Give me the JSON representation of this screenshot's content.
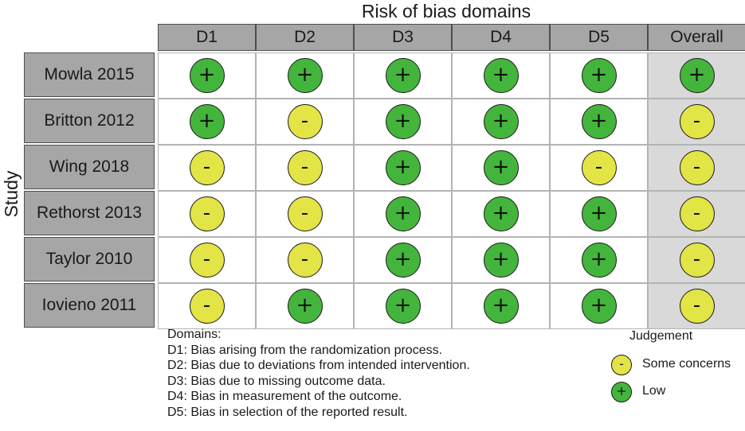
{
  "chart_data": {
    "type": "table",
    "title": "Risk of bias domains",
    "ylabel": "Study",
    "columns": [
      "D1",
      "D2",
      "D3",
      "D4",
      "D5",
      "Overall"
    ],
    "rows": [
      {
        "study": "Mowla 2015",
        "judgements": [
          "low",
          "low",
          "low",
          "low",
          "low",
          "low"
        ]
      },
      {
        "study": "Britton 2012",
        "judgements": [
          "low",
          "some",
          "low",
          "low",
          "low",
          "some"
        ]
      },
      {
        "study": "Wing 2018",
        "judgements": [
          "some",
          "some",
          "low",
          "low",
          "some",
          "some"
        ]
      },
      {
        "study": "Rethorst 2013",
        "judgements": [
          "some",
          "some",
          "low",
          "low",
          "low",
          "some"
        ]
      },
      {
        "study": "Taylor 2010",
        "judgements": [
          "some",
          "some",
          "low",
          "low",
          "low",
          "some"
        ]
      },
      {
        "study": "Iovieno 2011",
        "judgements": [
          "some",
          "low",
          "low",
          "low",
          "low",
          "some"
        ]
      }
    ],
    "symbols": {
      "low": "+",
      "some": "-"
    },
    "colors": {
      "low": "#44b53c",
      "some": "#e3e446",
      "header": "#a6a6a6",
      "overall_bg": "#d9d9d9"
    },
    "domains_title": "Domains:",
    "domains": [
      "D1: Bias arising from the randomization process.",
      "D2: Bias due to deviations from intended intervention.",
      "D3: Bias due to missing outcome data.",
      "D4: Bias in measurement of the outcome.",
      "D5: Bias in selection of the reported result."
    ],
    "judgement_legend": {
      "title": "Judgement",
      "items": [
        {
          "key": "some",
          "label": "Some concerns"
        },
        {
          "key": "low",
          "label": "Low"
        }
      ]
    }
  }
}
